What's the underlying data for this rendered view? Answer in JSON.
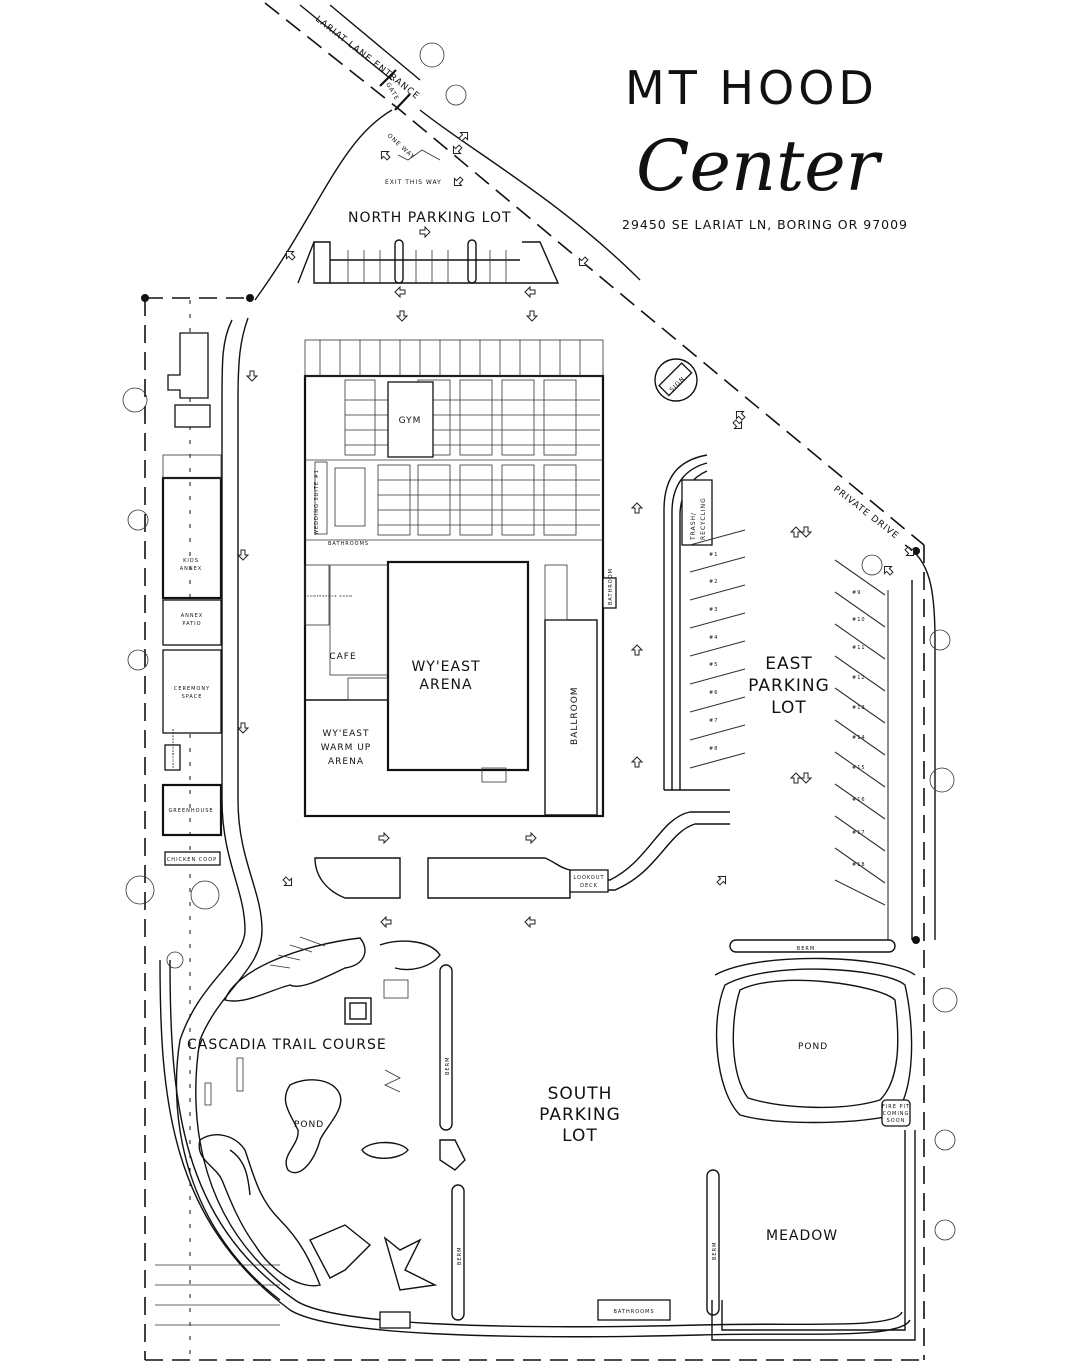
{
  "brand": {
    "line1": "MT HOOD",
    "line2": "Center",
    "address": "29450 SE LARIAT LN, BORING OR 97009"
  },
  "roads": {
    "lariat_entrance": "LARIAT LANE ENTRANCE",
    "gate": "GATE",
    "one_way": "ONE WAY",
    "exit": "EXIT THIS WAY",
    "private_drive": "PRIVATE DRIVE",
    "sign": "SIGN"
  },
  "areas": {
    "north_lot": "NORTH PARKING LOT",
    "east_lot": [
      "EAST",
      "PARKING",
      "LOT"
    ],
    "south_lot": [
      "SOUTH",
      "PARKING",
      "LOT"
    ],
    "cascadia": "CASCADIA TRAIL COURSE",
    "meadow": "MEADOW",
    "pond_trail": "POND",
    "pond_east": "POND",
    "fire_pit": [
      "FIRE PIT",
      "COMING",
      "SOON"
    ]
  },
  "buildings": {
    "gym": "GYM",
    "wedding_suite": "WEDDING SUITE #1",
    "bathrooms_main": "BATHROOMS",
    "cafe": "CAFE",
    "wyeast_arena": [
      "WY'EAST",
      "ARENA"
    ],
    "warmup": [
      "WY'EAST",
      "WARM UP",
      "ARENA"
    ],
    "ballroom": "BALLROOM",
    "bathroom_small": "BATHROOM",
    "conference": "CONFERENCE ROOM",
    "trash": [
      "TRASH/",
      "RECYCLING"
    ],
    "kids_annex": [
      "KIDS",
      "ANNEX"
    ],
    "annex_patio": [
      "ANNEX",
      "PATIO"
    ],
    "ceremony": [
      "CEREMONY",
      "SPACE"
    ],
    "groundskeeper": "GROUNDSKEEPER",
    "greenhouse": "GREENHOUSE",
    "chicken_coop": "CHICKEN COOP",
    "lookout": [
      "LOOKOUT",
      "DECK"
    ],
    "bathrooms_south": "BATHROOMS"
  },
  "berms": {
    "east": "BERM",
    "trail": "BERM",
    "south1": "BERM",
    "south2": "BERM"
  },
  "stalls_left": [
    "#1",
    "#2",
    "#3",
    "#4",
    "#5",
    "#6",
    "#7",
    "#8"
  ],
  "stalls_right": [
    "#9",
    "#10",
    "#11",
    "#12",
    "#13",
    "#14",
    "#15",
    "#16",
    "#17",
    "#18"
  ]
}
